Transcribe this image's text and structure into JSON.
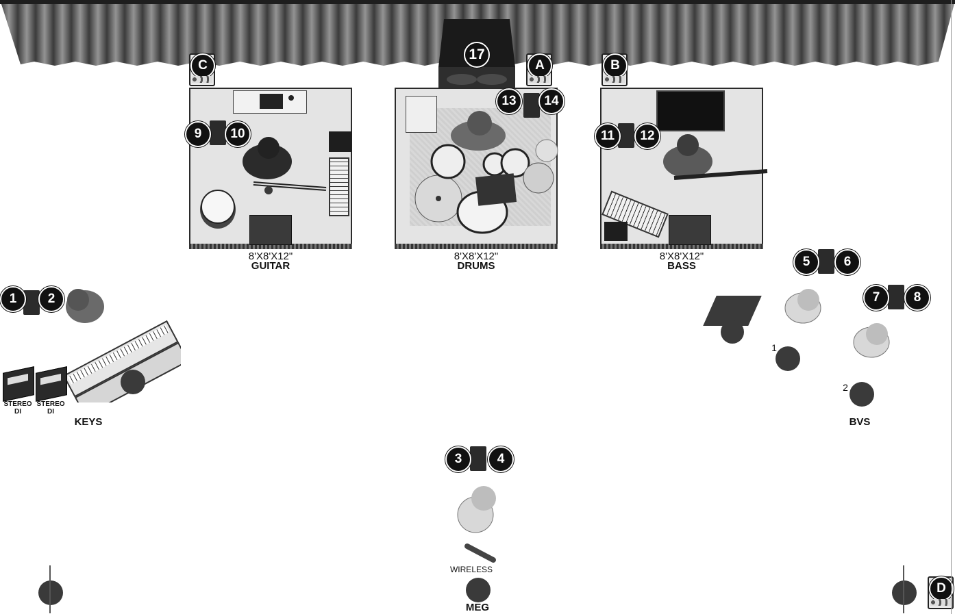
{
  "risers": [
    {
      "id": "guitar",
      "size": "8'X8'X12\"",
      "name": "GUITAR"
    },
    {
      "id": "drums",
      "size": "8'X8'X12\"",
      "name": "DRUMS"
    },
    {
      "id": "bass",
      "size": "8'X8'X12\"",
      "name": "BASS"
    }
  ],
  "positions": {
    "keys": "KEYS",
    "bvs": "BVS",
    "meg": "MEG",
    "wireless": "WIRELESS",
    "bv_mic_1": "1",
    "bv_mic_2": "2"
  },
  "di_boxes": [
    {
      "line1": "STEREO",
      "line2": "DI"
    },
    {
      "line1": "STEREO",
      "line2": "DI"
    }
  ],
  "monitor_numbers": [
    "1",
    "2",
    "3",
    "4",
    "5",
    "6",
    "7",
    "8",
    "9",
    "10",
    "11",
    "12",
    "13",
    "14",
    "17"
  ],
  "power_drops": [
    "A",
    "B",
    "C",
    "D"
  ],
  "icons": [
    "curtain",
    "sub-speaker",
    "iem-pack",
    "power-drop-box",
    "mic-stand",
    "drum-kit",
    "keyboard",
    "guitar",
    "bass-guitar",
    "pedalboard",
    "amp-cabinet",
    "di-box",
    "musician",
    "laptop",
    "sample-pad"
  ],
  "colors": {
    "badge": "#111111",
    "riser": "#e4e4e4",
    "curtain": "#4a4a4a",
    "stage": "#ffffff"
  }
}
